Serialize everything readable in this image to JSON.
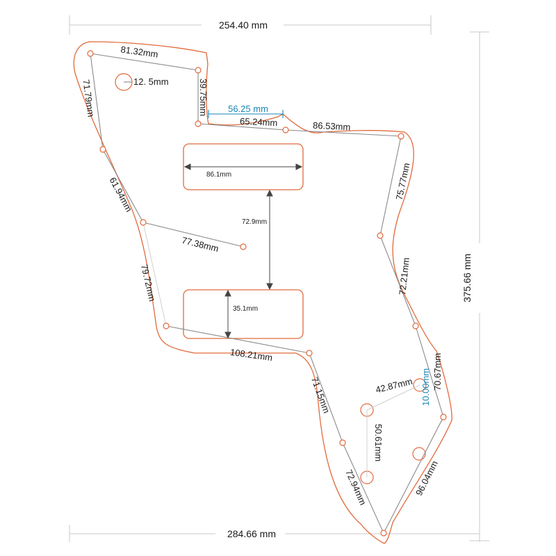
{
  "colors": {
    "outline": "#e06a3c",
    "measure": "#8a8a8a",
    "light_measure": "#c8c8c8",
    "accent": "#1a86b8",
    "text": "#1a1a1a"
  },
  "overall": {
    "top_width": "254.40 mm",
    "bottom_width": "284.66 mm",
    "height": "375.66 mm"
  },
  "labels": {
    "l_81_32": "81.32mm",
    "l_12_5": "12. 5mm",
    "l_71_79": "71.79mm",
    "l_39_75": "39.75mm",
    "l_56_25": "56.25 mm",
    "l_65_24": "65.24mm",
    "l_86_53": "86.53mm",
    "l_86_1": "86.1mm",
    "l_61_94": "61.94mm",
    "l_75_77": "75.77mm",
    "l_72_9": "72.9mm",
    "l_77_38": "77.38mm",
    "l_79_72": "79.72mm",
    "l_72_21": "72.21mm",
    "l_35_1": "35.1mm",
    "l_108_21": "108.21mm",
    "l_70_67": "70.67mm",
    "l_42_87": "42.87mm",
    "l_10_00": "10.00mm",
    "l_71_15": "71.15mm",
    "l_50_61": "50.61mm",
    "l_96_04": "96.04mm",
    "l_72_94": "72.94mm"
  }
}
